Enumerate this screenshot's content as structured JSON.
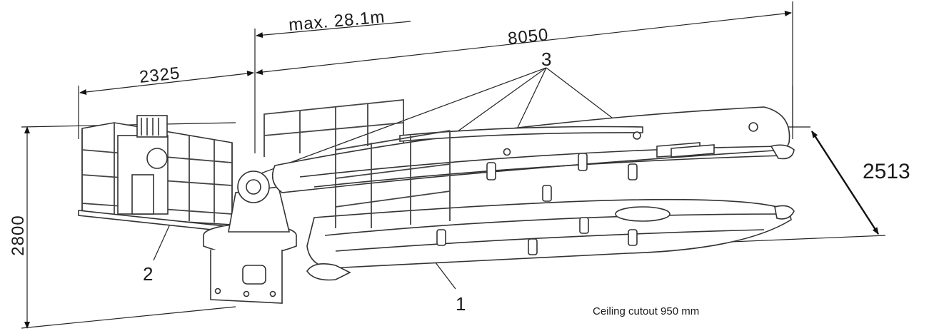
{
  "dimensions": {
    "max_reach": "max. 28.1m",
    "boom_length": "8050",
    "platform_length": "2325",
    "folded_height": "2513",
    "total_height": "2800"
  },
  "callouts": {
    "part_1": "1",
    "part_2": "2",
    "part_3": "3"
  },
  "note": "Ceiling cutout 950 mm"
}
